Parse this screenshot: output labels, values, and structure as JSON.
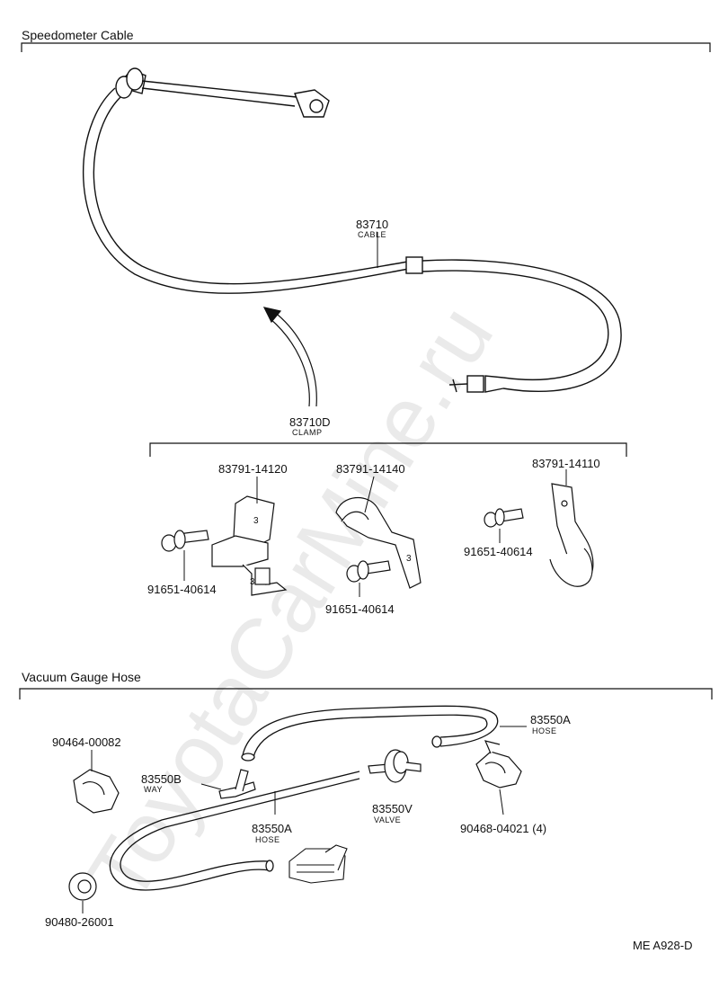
{
  "sections": {
    "speedometer_title": "Speedometer Cable",
    "vacuum_title": "Vacuum Gauge Hose"
  },
  "parts": {
    "cable": {
      "number": "83710",
      "name": "CABLE"
    },
    "clamp": {
      "number": "83710D",
      "name": "CLAMP"
    },
    "clamp_a": {
      "number": "83791-14120"
    },
    "clamp_b": {
      "number": "83791-14140"
    },
    "clamp_c": {
      "number": "83791-14110"
    },
    "bolt_a": {
      "number": "91651-40614"
    },
    "bolt_b": {
      "number": "91651-40614"
    },
    "bolt_c": {
      "number": "91651-40614"
    },
    "clip_left": {
      "number": "90464-00082"
    },
    "way": {
      "number": "83550B",
      "name": "WAY"
    },
    "hose_a": {
      "number": "83550A",
      "name": "HOSE"
    },
    "hose_b": {
      "number": "83550A",
      "name": "HOSE"
    },
    "valve": {
      "number": "83550V",
      "name": "VALVE"
    },
    "clip_right": {
      "number": "90468-04021 (4)"
    },
    "grommet": {
      "number": "90480-26001"
    }
  },
  "clamp_marks": {
    "a1": "3",
    "a2": "3",
    "b": "3"
  },
  "footer": {
    "code": "ME  A928-D"
  },
  "watermark": "ToyotaCarMine.ru"
}
